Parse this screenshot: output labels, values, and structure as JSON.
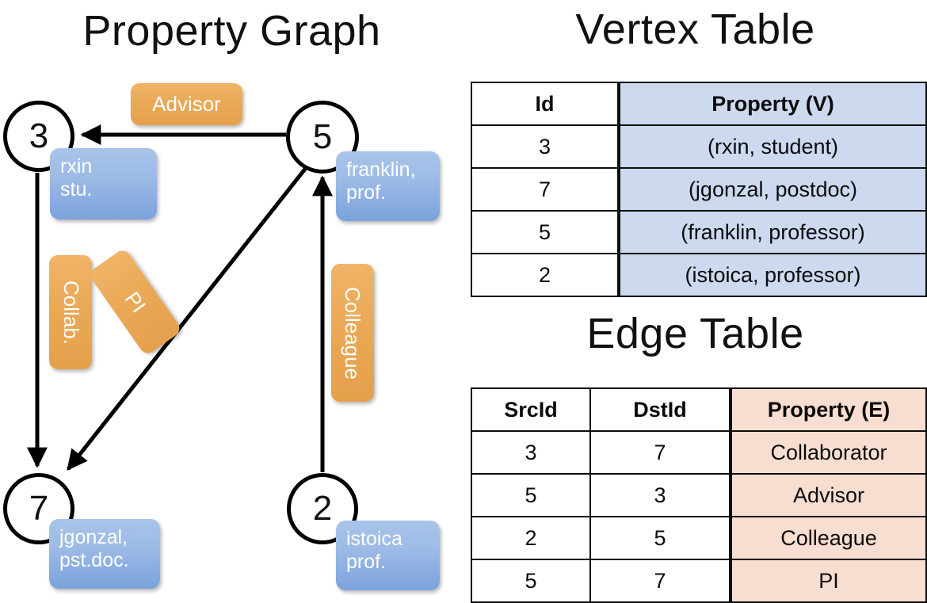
{
  "titles": {
    "property_graph": "Property Graph",
    "vertex_table": "Vertex Table",
    "edge_table": "Edge Table"
  },
  "graph": {
    "nodes": [
      {
        "id": "3",
        "label": "3",
        "property_lines": [
          "rxin",
          "stu."
        ]
      },
      {
        "id": "5",
        "label": "5",
        "property_lines": [
          "franklin,",
          "prof."
        ]
      },
      {
        "id": "7",
        "label": "7",
        "property_lines": [
          "jgonzal,",
          "pst.doc."
        ]
      },
      {
        "id": "2",
        "label": "2",
        "property_lines": [
          "istoica",
          "prof."
        ]
      }
    ],
    "edge_labels": [
      {
        "name": "advisor",
        "text": "Advisor"
      },
      {
        "name": "collab",
        "text": "Collab."
      },
      {
        "name": "pi",
        "text": "PI"
      },
      {
        "name": "colleague",
        "text": "Colleague"
      }
    ]
  },
  "vertex_table": {
    "headers": [
      "Id",
      "Property (V)"
    ],
    "rows": [
      [
        "3",
        "(rxin, student)"
      ],
      [
        "7",
        "(jgonzal, postdoc)"
      ],
      [
        "5",
        "(franklin, professor)"
      ],
      [
        "2",
        "(istoica, professor)"
      ]
    ]
  },
  "edge_table": {
    "headers": [
      "SrcId",
      "DstId",
      "Property (E)"
    ],
    "rows": [
      [
        "3",
        "7",
        "Collaborator"
      ],
      [
        "5",
        "3",
        "Advisor"
      ],
      [
        "2",
        "5",
        "Colleague"
      ],
      [
        "5",
        "7",
        "PI"
      ]
    ]
  },
  "colors": {
    "vertex_property_fill": "#ccd9ee",
    "edge_property_fill": "#f8ded0",
    "callout_blue": "#9dbbe6",
    "callout_orange": "#eaa957",
    "stroke": "#000000"
  }
}
